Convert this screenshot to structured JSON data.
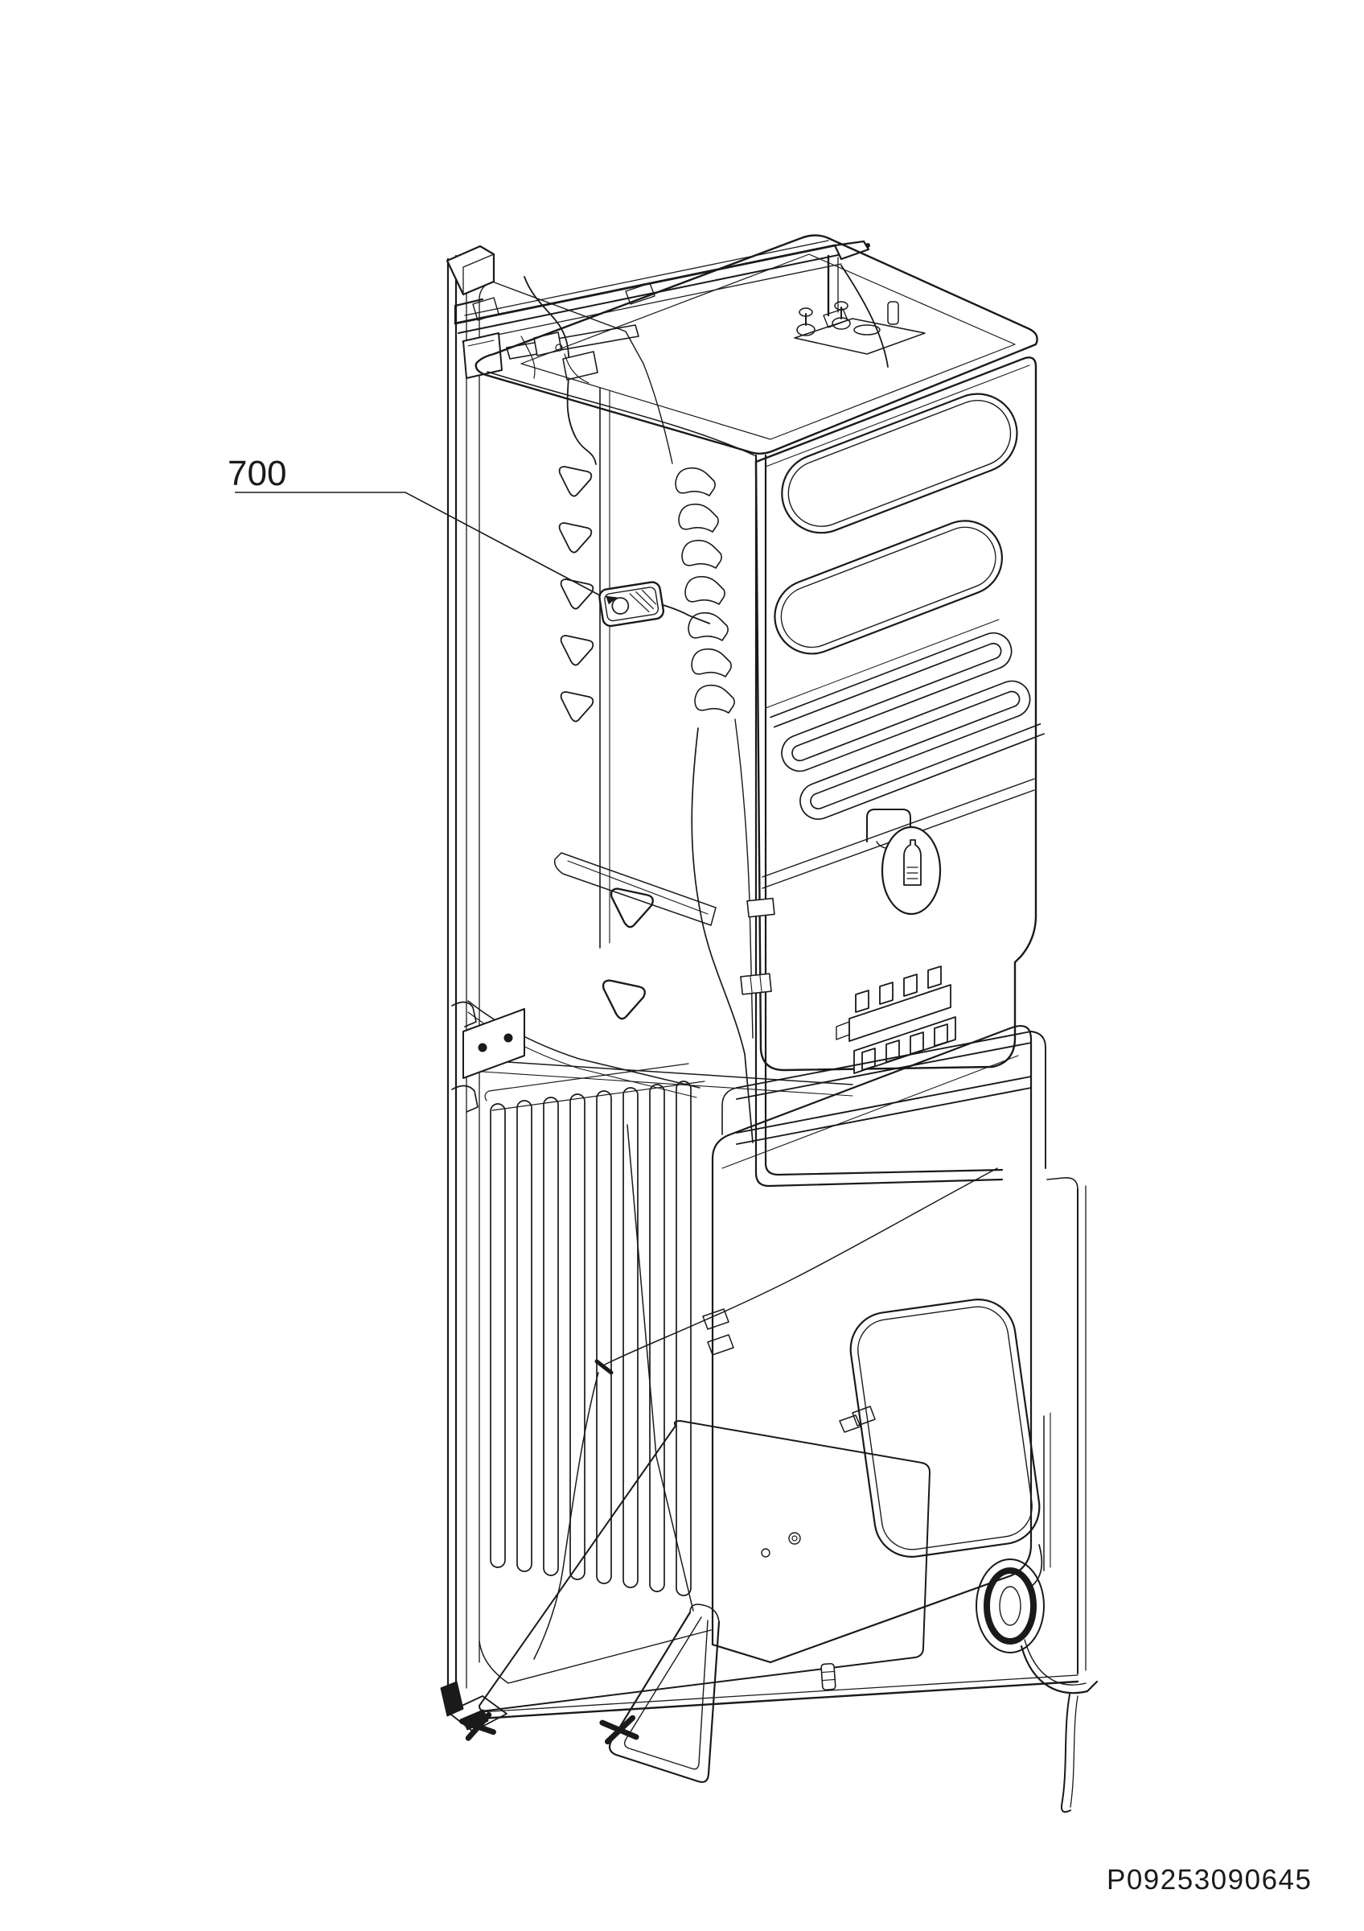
{
  "figure": {
    "kind": "appliance-service-parts-diagram",
    "callout": {
      "label": "700"
    },
    "part_number": "P09253090645",
    "line_color": "#1a1a1a",
    "background_color": "#ffffff"
  },
  "icons": {
    "badge": "bottle-icon",
    "callout_pointer": "leader-line"
  }
}
